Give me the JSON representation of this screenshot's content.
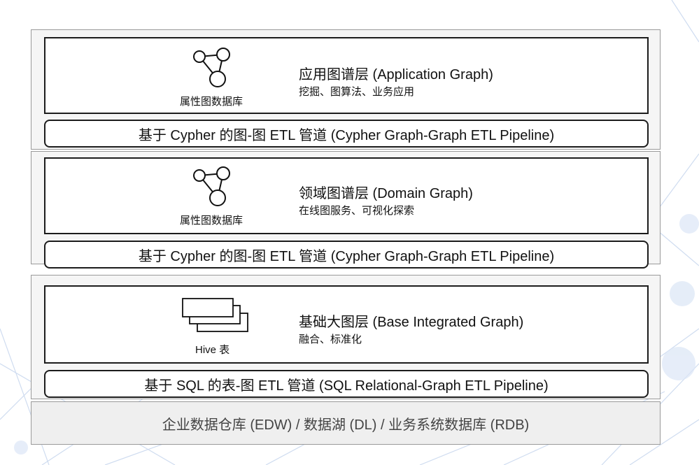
{
  "layers": [
    {
      "icon": "property-graph-icon",
      "icon_label": "属性图数据库",
      "title": "应用图谱层 (Application Graph)",
      "subtitle": "挖掘、图算法、业务应用",
      "pipeline": "基于 Cypher 的图-图 ETL 管道 (Cypher Graph-Graph ETL Pipeline)"
    },
    {
      "icon": "property-graph-icon",
      "icon_label": "属性图数据库",
      "title": "领域图谱层 (Domain Graph)",
      "subtitle": "在线图服务、可视化探索",
      "pipeline": "基于 Cypher 的图-图 ETL 管道 (Cypher Graph-Graph ETL Pipeline)"
    },
    {
      "icon": "hive-table-stack-icon",
      "icon_label": "Hive 表",
      "title": "基础大图层 (Base Integrated Graph)",
      "subtitle": "融合、标准化",
      "pipeline": "基于 SQL 的表-图 ETL 管道 (SQL Relational-Graph ETL Pipeline)"
    }
  ],
  "base": {
    "label": "企业数据仓库 (EDW) / 数据湖 (DL) / 业务系统数据库 (RDB)"
  },
  "colors": {
    "border": "#1c1c1c",
    "layer_bg": "#f5f5f5",
    "base_bg": "#efefef",
    "bg_lines": "#c9d9f0"
  }
}
